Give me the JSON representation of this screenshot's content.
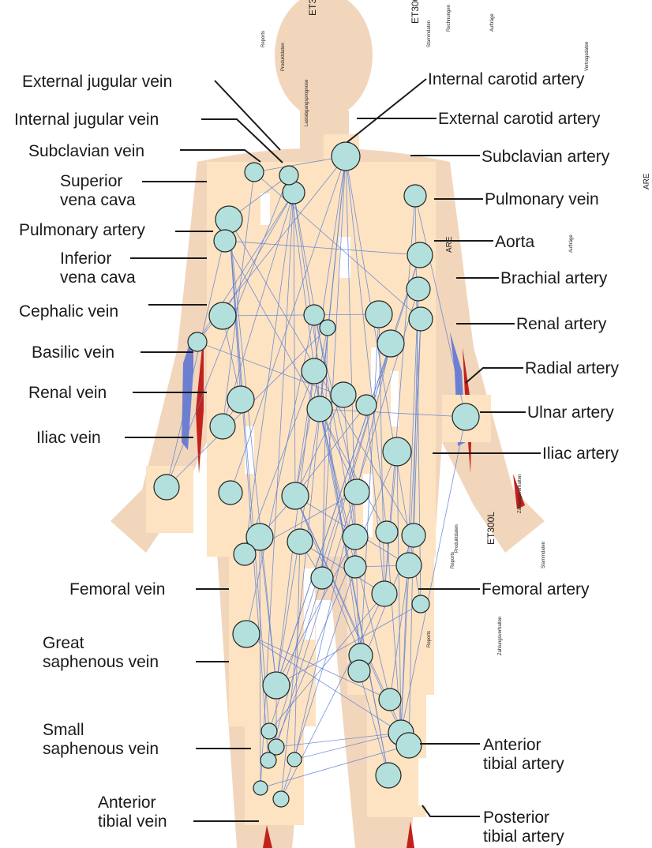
{
  "labels": {
    "left": [
      "External jugular vein",
      "Internal jugular vein",
      "Subclavian vein",
      "Superior vena cava",
      "Pulmonary artery",
      "Inferior vena cava",
      "Cephalic vein",
      "Basilic vein",
      "Renal vein",
      "Iliac vein",
      "Femoral vein",
      "Great saphenous vein",
      "Small saphenous vein",
      "Anterior tibial vein"
    ],
    "right": [
      "Internal carotid artery",
      "External carotid artery",
      "Subclavian artery",
      "Pulmonary vein",
      "Aorta",
      "Brachial artery",
      "Renal artery",
      "Radial artery",
      "Ulnar artery",
      "Iliac artery",
      "Femoral artery",
      "Anterior tibial artery",
      "Posterior tibial artery"
    ]
  },
  "label_lines": {
    "superior_vena_cava": [
      "Superior",
      "vena cava"
    ],
    "inferior_vena_cava": [
      "Inferior",
      "vena cava"
    ],
    "great_saphenous_vein": [
      "Great",
      "saphenous vein"
    ],
    "small_saphenous_vein": [
      "Small",
      "saphenous vein"
    ],
    "anterior_tibial_vein": [
      "Anterior",
      "tibial vein"
    ],
    "anterior_tibial_artery": [
      "Anterior",
      "tibial artery"
    ],
    "posterior_tibial_artery": [
      "Posterior",
      "tibial artery"
    ]
  },
  "overlay_text": {
    "code_1": "ET300L",
    "code_2": "ARE",
    "small_words": [
      "Reports",
      "Produktdaten",
      "Vertragsdaten",
      "Rechnungen",
      "Lastabgangsprognose",
      "Zahlungsverhalten",
      "Aufträge",
      "Stammdaten"
    ]
  },
  "colors": {
    "vein": "#6e7fd1",
    "artery": "#c2221b",
    "node_fill": "#b3e0dc",
    "edge": "#5b7fd6",
    "patch": "#fde3c1",
    "skin": "#f2d6bc"
  }
}
